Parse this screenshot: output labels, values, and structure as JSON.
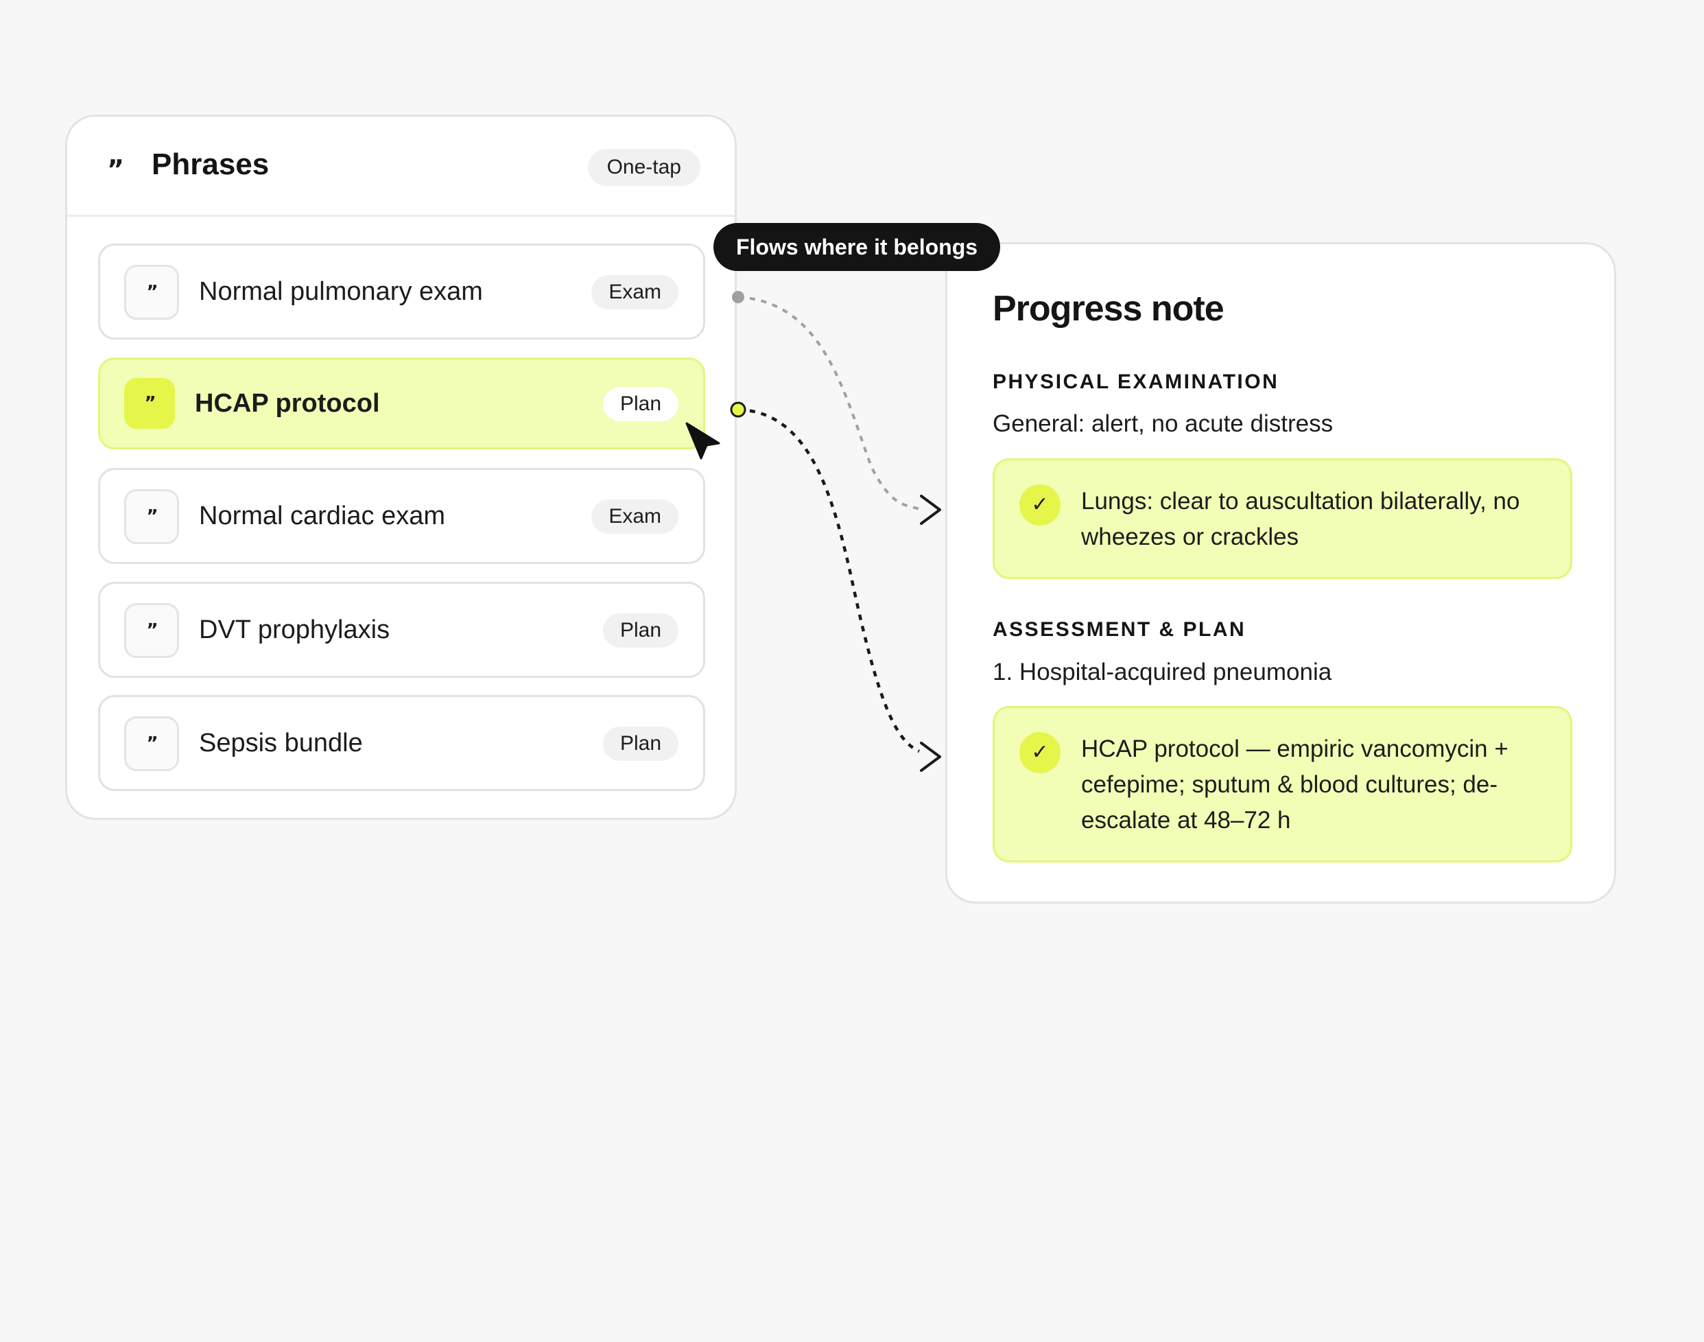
{
  "phrases": {
    "title": "Phrases",
    "badge": "One-tap",
    "items": [
      {
        "label": "Normal pulmonary exam",
        "tag": "Exam",
        "icon": "quote-icon"
      },
      {
        "label": "HCAP protocol",
        "tag": "Plan",
        "icon": "quote-icon",
        "selected": true
      },
      {
        "label": "Normal cardiac exam",
        "tag": "Exam",
        "icon": "quote-icon"
      },
      {
        "label": "DVT prophylaxis",
        "tag": "Plan",
        "icon": "quote-icon"
      },
      {
        "label": "Sepsis bundle",
        "tag": "Plan",
        "icon": "quote-icon"
      }
    ]
  },
  "tooltip": "Flows where it belongs",
  "note": {
    "title": "Progress note",
    "sections": [
      {
        "heading": "PHYSICAL EXAMINATION",
        "line": "General: alert, no acute distress",
        "inserted": "Lungs: clear to auscultation bilaterally, no wheezes or crackles"
      },
      {
        "heading": "ASSESSMENT & PLAN",
        "line": "1. Hospital-acquired pneumonia",
        "inserted": "HCAP protocol — empiric vancomycin + cefepime; sputum & blood cultures; de-escalate at 48–72 h"
      }
    ]
  },
  "colors": {
    "background": "#f7f7f7",
    "accent": "#e6f54a",
    "accent_fill": "#f2fdb5",
    "tooltip_bg": "#141414",
    "text": "#151515"
  },
  "icons": {
    "header": "quote-icon",
    "check": "check-icon",
    "pointer": "cursor-arrow-icon"
  }
}
